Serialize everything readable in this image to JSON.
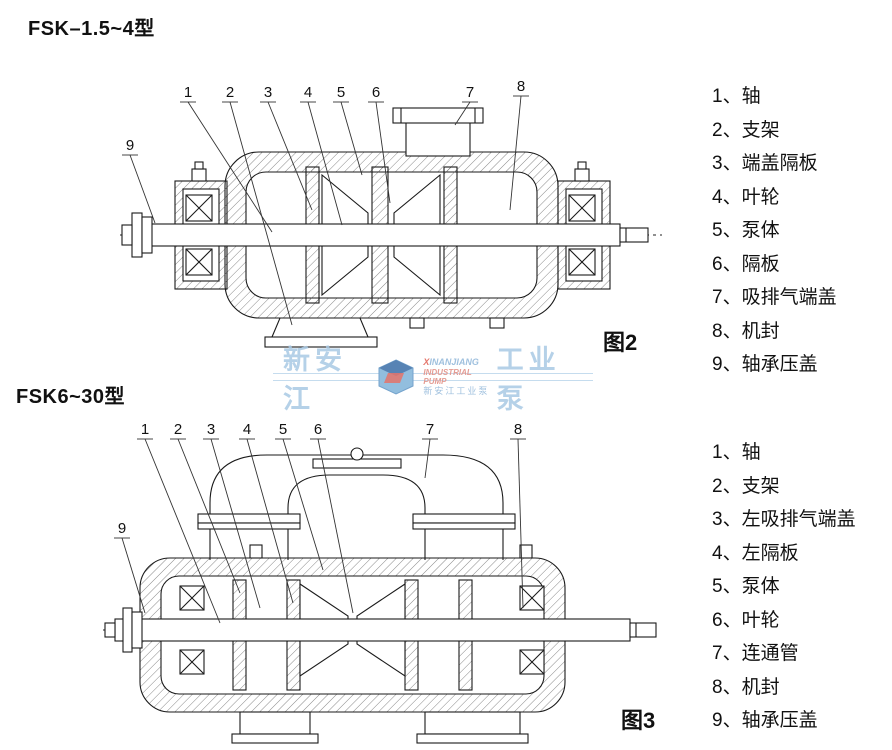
{
  "figure1": {
    "title": "FSK–1.5~4型",
    "caption": "图2",
    "callouts": [
      "1",
      "2",
      "3",
      "4",
      "5",
      "6",
      "7",
      "8",
      "9"
    ],
    "parts": [
      "1、轴",
      "2、支架",
      "3、端盖隔板",
      "4、叶轮",
      "5、泵体",
      "6、隔板",
      "7、吸排气端盖",
      "8、机封",
      "9、轴承压盖"
    ]
  },
  "figure2": {
    "title": "FSK6~30型",
    "caption": "图3",
    "callouts": [
      "1",
      "2",
      "3",
      "4",
      "5",
      "6",
      "7",
      "8",
      "9"
    ],
    "parts": [
      "1、轴",
      "2、支架",
      "3、左吸排气端盖",
      "4、左隔板",
      "5、泵体",
      "6、叶轮",
      "7、连通管",
      "8、机封",
      "9、轴承压盖"
    ]
  },
  "watermark": {
    "left_text": "新安江",
    "right_text": "工业泵",
    "logo_line1": "XINANJIANG",
    "logo_line2": "INDUSTRIAL PUMP",
    "logo_line3": "新安江工业泵",
    "colors": {
      "light_blue": "#a9c9e4",
      "red": "#e05c50",
      "logo_blue": "#7fb3d9",
      "logo_dark": "#3a6ea8"
    }
  }
}
